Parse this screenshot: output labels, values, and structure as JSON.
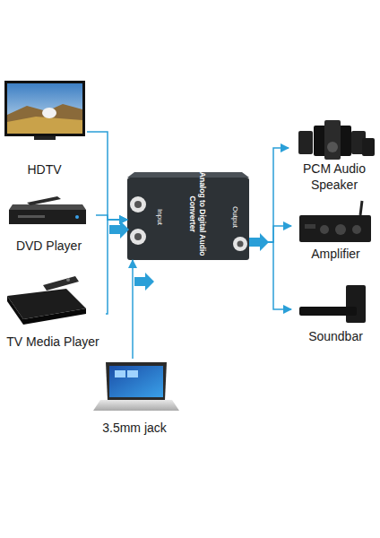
{
  "diagram": {
    "nodes": [
      {
        "text": [
          "HDTV"
        ]
      },
      {
        "text": [
          "DVD Player"
        ]
      },
      {
        "text": [
          "TV Media Player"
        ]
      },
      {
        "text": [
          "Analog to Digital Audio Converter",
          "Input",
          "Output"
        ]
      },
      {
        "text": [
          "3.5mm jack"
        ]
      },
      {
        "text": [
          "PCM Audio Speaker"
        ]
      },
      {
        "text": [
          "Amplifier"
        ]
      },
      {
        "text": [
          "Soundbar"
        ]
      }
    ],
    "edges": [
      {
        "from": 0,
        "to": 3,
        "arrow": "to"
      },
      {
        "from": 1,
        "to": 3,
        "arrow": "to"
      },
      {
        "from": 2,
        "to": 3,
        "arrow": "to"
      },
      {
        "from": 4,
        "to": 3,
        "arrow": "to"
      },
      {
        "from": 3,
        "to": 5,
        "arrow": "to"
      },
      {
        "from": 3,
        "to": 6,
        "arrow": "to"
      },
      {
        "from": 3,
        "to": 7,
        "arrow": "to"
      }
    ]
  }
}
